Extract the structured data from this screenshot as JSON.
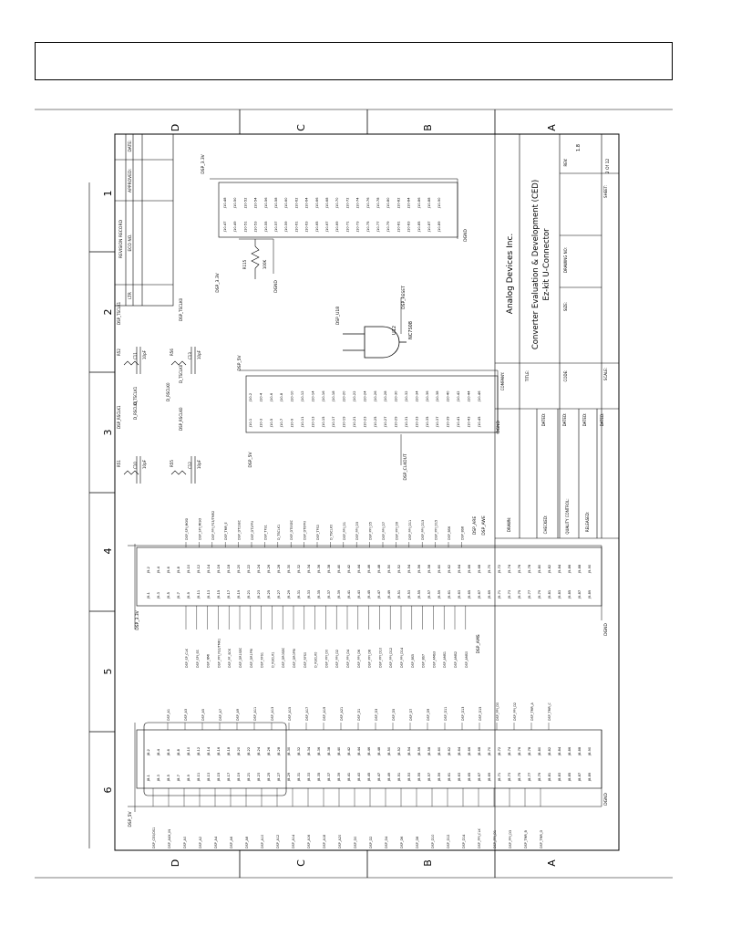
{
  "zones": {
    "rows_top": [
      "D",
      "C",
      "B",
      "A"
    ],
    "rows_bottom": [
      "D",
      "C",
      "B",
      "A"
    ],
    "columns": [
      "1",
      "2",
      "3",
      "4",
      "5",
      "6"
    ]
  },
  "title_block": {
    "company_name": "Analog Devices Inc.",
    "title_line1": "Converter Evaluation & Development (CED)",
    "title_line2": "Ez-kit U-Connector",
    "company_label": "COMPANY:",
    "title_label": "TITLE:",
    "size_label": "SIZE:",
    "code_label": "CODE:",
    "drawing_no_label": "DRAWING NO:",
    "rev_label": "REV:",
    "rev_value": "1.8",
    "scale_label": "SCALE:",
    "sheet_label": "SHEET:",
    "sheet_value": "2 Of 12",
    "approvals": [
      "DRAWN:",
      "CHECKED:",
      "QUALITY CONTROL:",
      "RELEASED:"
    ],
    "dated_label": "DATED:"
  },
  "revision_record": {
    "title": "REVISION RECORD",
    "headers": [
      "LTR",
      "ECO NO.",
      "APPROVED:",
      "DATE:"
    ]
  },
  "nets": {
    "dsp_5v": "DSP_5V",
    "dsp_3v3": "DSP_3.3V",
    "dgnd": "DGND",
    "dsp_clkout": "DSP_CLKOUT",
    "dsp_reset": "DSP_RESET",
    "dsp_u18": "DSP_U18",
    "dsp_ams": "DSP_AMS",
    "dsp_are": "DSP_ARE",
    "dsp_awe": "DSP_AWE",
    "d_rsclk1": "D_RSCLK1",
    "d_tsclk1": "D_TSCLK1",
    "d_rsclk0": "D_RSCLK0",
    "d_tsclk0": "D_TSCLK0",
    "dsp_rsclk1": "DSP_RSCLK1",
    "dsp_tsclk1": "DSP_TSCLK1",
    "dsp_rsclk0": "DSP_RSCLK0",
    "dsp_tsclk0": "DSP_TSCLK0"
  },
  "components": {
    "u12": {
      "ref": "U12",
      "part": "NC7S08"
    },
    "r115": {
      "ref": "R115",
      "value": "100K"
    },
    "r52": {
      "ref": "R52"
    },
    "r51": {
      "ref": "R51"
    },
    "r55": {
      "ref": "R55"
    },
    "r56": {
      "ref": "R56"
    },
    "c10": {
      "ref": "C10",
      "value": "10pF"
    },
    "c11": {
      "ref": "C11",
      "value": "10pF"
    },
    "c12": {
      "ref": "C12",
      "value": "10pF"
    },
    "c13": {
      "ref": "C13",
      "value": "10pF"
    }
  },
  "connectors": {
    "j10_prefix": "J10-",
    "j10_left_pins": [
      47,
      49,
      51,
      53,
      55,
      57,
      59,
      61,
      63,
      65,
      67,
      69,
      71,
      73,
      75,
      77,
      79,
      81,
      83,
      85,
      87,
      89
    ],
    "j10_right_pins": [
      48,
      50,
      52,
      54,
      56,
      58,
      60,
      62,
      64,
      66,
      68,
      70,
      72,
      74,
      76,
      78,
      80,
      82,
      84,
      86,
      88,
      90
    ],
    "j10b_left_pins": [
      1,
      3,
      5,
      7,
      9,
      11,
      13,
      15,
      17,
      19,
      21,
      23,
      25,
      27,
      29,
      31,
      33,
      35,
      37,
      39,
      41,
      43,
      45
    ],
    "j10b_right_pins": [
      2,
      4,
      6,
      8,
      10,
      12,
      14,
      16,
      18,
      20,
      22,
      24,
      26,
      28,
      30,
      32,
      34,
      36,
      38,
      40,
      42,
      44,
      46
    ],
    "j9_prefix": "J9-",
    "j9_left_pins": [
      1,
      3,
      5,
      7,
      9,
      11,
      13,
      15,
      17,
      19,
      21,
      23,
      25,
      27,
      29,
      31,
      33,
      35,
      37,
      39,
      41,
      43,
      45,
      47,
      49,
      51,
      53,
      55,
      57,
      59,
      61,
      63,
      65,
      67,
      69,
      71,
      73,
      75,
      77,
      79,
      81,
      83,
      85,
      87,
      89
    ],
    "j9_right_pins": [
      2,
      4,
      6,
      8,
      10,
      12,
      14,
      16,
      18,
      20,
      22,
      24,
      26,
      28,
      30,
      32,
      34,
      36,
      38,
      40,
      42,
      44,
      46,
      48,
      50,
      52,
      54,
      56,
      58,
      60,
      62,
      64,
      66,
      68,
      70,
      72,
      74,
      76,
      78,
      80,
      82,
      84,
      86,
      88,
      90
    ],
    "j8_prefix": "J8-",
    "j8_left_pins": [
      1,
      3,
      5,
      7,
      9,
      11,
      13,
      15,
      17,
      19,
      21,
      23,
      25,
      27,
      29,
      31,
      33,
      35,
      37,
      39,
      41,
      43,
      45,
      47,
      49,
      51,
      53,
      55,
      57,
      59,
      61,
      63,
      65,
      67,
      69,
      71,
      73,
      75,
      77,
      79,
      81,
      83,
      85,
      87,
      89
    ],
    "j8_right_pins": [
      2,
      4,
      6,
      8,
      10,
      12,
      14,
      16,
      18,
      20,
      22,
      24,
      26,
      28,
      30,
      32,
      34,
      36,
      38,
      40,
      42,
      44,
      46,
      48,
      50,
      52,
      54,
      56,
      58,
      60,
      62,
      64,
      66,
      68,
      70,
      72,
      74,
      76,
      78,
      80,
      82,
      84,
      86,
      88,
      90
    ]
  },
  "j9_signals_top": [
    "DSP_SPI_MOSI",
    "DSP_SPI_MISO",
    "DSP_PPI_FS3/TMR2",
    "DSP_TMR_E",
    "DSP_DT1SEC",
    "DSP_DT1PRI",
    "DSP_TFS1",
    "D_TSCLK1",
    "DSP_DT0SEC",
    "DSP_DT0PRI",
    "DSP_TFS0",
    "D_TSCLK0",
    "DSP_PPI_D1",
    "DSP_PPI_D3",
    "DSP_PPI_D5",
    "DSP_PPI_D7",
    "DSP_PPI_D9",
    "DSP_PPI_D11",
    "DSP_PPI_D13",
    "DSP_PPI_D15",
    "DSP_BS6",
    "DSP_BS8"
  ],
  "j9_signals_bottom": [
    "DSP_SP_CLK",
    "DSP_SPI_SS",
    "DSP_NMI",
    "DSP_PPI_FS2/TMR1",
    "DSP_PF_SCK",
    "DSP_DR1SEC",
    "DSP_DR1PRI",
    "DSP_RFS1",
    "D_RSCLK1",
    "DSP_DR0SEC",
    "DSP_DR0PRI",
    "DSP_RFS0",
    "D_RSCLK0",
    "DSP_PPI_D0",
    "DSP_PPI_D2",
    "DSP_PPI_D4",
    "DSP_PPI_D6",
    "DSP_PPI_D8",
    "DSP_PPI_D10",
    "DSP_PPI_D12",
    "DSP_PPI_D14",
    "DSP_BS5",
    "DSP_BS7",
    "DSP_AMS3",
    "DSP_AMS1",
    "DSP_AMS2",
    "DSP_AMS0"
  ],
  "j8_signals_top": [
    "DSP_A1",
    "DSP_A3",
    "DSP_A5",
    "DSP_A7",
    "DSP_A9",
    "DSP_A11",
    "DSP_A13",
    "DSP_A15",
    "DSP_A17",
    "DSP_A19",
    "DSP_A21",
    "DSP_D1",
    "DSP_D3",
    "DSP_D5",
    "DSP_D7",
    "DSP_D9",
    "DSP_D11",
    "DSP_D13",
    "DSP_D15",
    "DSP_PPI_D0",
    "DSP_PPI_D2",
    "DSP_TMR_A",
    "DSP_TMR_C"
  ],
  "j8_signals_bottom": [
    "DSP_CE0/DS1",
    "DSP_AUX_IN",
    "DSP_A0",
    "DSP_A2",
    "DSP_A4",
    "DSP_A6",
    "DSP_A8",
    "DSP_A10",
    "DSP_A12",
    "DSP_A14",
    "DSP_A16",
    "DSP_A18",
    "DSP_A20",
    "DSP_D0",
    "DSP_D2",
    "DSP_D4",
    "DSP_D6",
    "DSP_D8",
    "DSP_D10",
    "DSP_D12",
    "DSP_D14",
    "DSP_PPI_CLK",
    "DSP_PPI_D1",
    "DSP_PPI_D3",
    "DSP_TMR_B",
    "DSP_TMR_D"
  ]
}
